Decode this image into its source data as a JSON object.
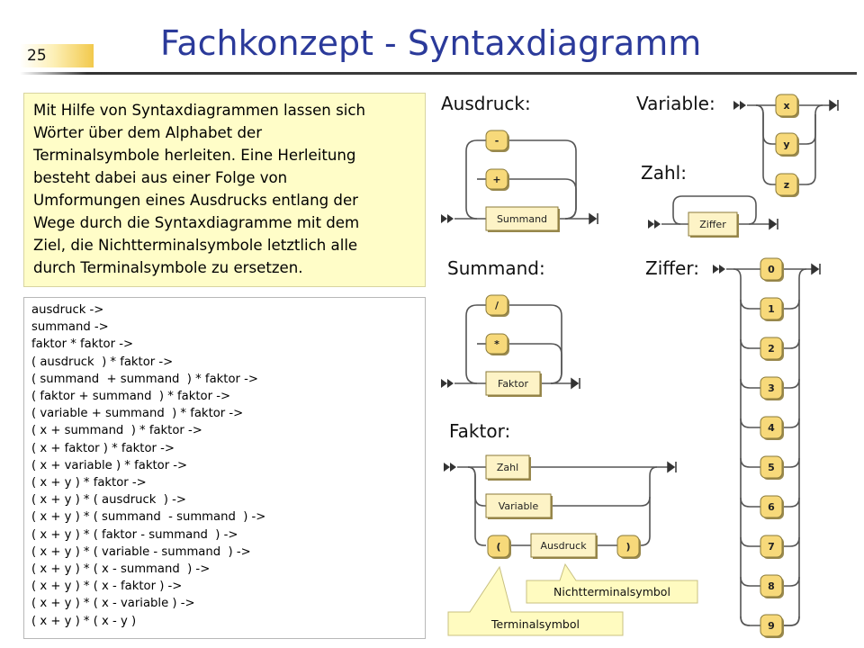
{
  "slide": {
    "number": "25",
    "title": "Fachkonzept - Syntaxdiagramm"
  },
  "intro_text": [
    "Mit Hilfe von Syntaxdiagrammen lassen sich",
    "Wörter über dem Alphabet der",
    "Terminalsymbole herleiten. Eine Herleitung",
    "besteht dabei aus einer Folge von",
    "Umformungen eines Ausdrucks entlang der",
    "Wege durch die Syntaxdiagramme mit dem",
    "Ziel, die Nichtterminalsymbole letztlich alle",
    "durch Terminalsymbole zu ersetzen."
  ],
  "derivation": [
    "ausdruck ->",
    "summand ->",
    "faktor * faktor ->",
    "( ausdruck  ) * faktor ->",
    "( summand  + summand  ) * faktor ->",
    "( faktor + summand  ) * faktor ->",
    "( variable + summand  ) * faktor ->",
    "( x + summand  ) * faktor ->",
    "( x + faktor ) * faktor ->",
    "( x + variable ) * faktor ->",
    "( x + y ) * faktor ->",
    "( x + y ) * ( ausdruck  ) ->",
    "( x + y ) * ( summand  - summand  ) ->",
    "( x + y ) * ( faktor - summand  ) ->",
    "( x + y ) * ( variable - summand  ) ->",
    "( x + y ) * ( x - summand  ) ->",
    "( x + y ) * ( x - faktor ) ->",
    "( x + y ) * ( x - variable ) ->",
    "( x + y ) * ( x - y )"
  ],
  "diagrams": {
    "ausdruck": {
      "label": "Ausdruck:",
      "terminals": [
        "-",
        "+"
      ],
      "nonterminal": "Summand"
    },
    "variable": {
      "label": "Variable:",
      "terminals": [
        "x",
        "y",
        "z"
      ]
    },
    "zahl": {
      "label": "Zahl:",
      "nonterminal": "Ziffer"
    },
    "summand": {
      "label": "Summand:",
      "terminals": [
        "/",
        "*"
      ],
      "nonterminal": "Faktor"
    },
    "ziffer": {
      "label": "Ziffer:",
      "terminals": [
        "0",
        "1",
        "2",
        "3",
        "4",
        "5",
        "6",
        "7",
        "8",
        "9"
      ]
    },
    "faktor": {
      "label": "Faktor:",
      "nonterminals": [
        "Zahl",
        "Variable",
        "Ausdruck"
      ],
      "terminals": [
        "(",
        ")"
      ]
    }
  },
  "callouts": {
    "nonterminal": "Nichtterminalsymbol",
    "terminal": "Terminalsymbol"
  },
  "colors": {
    "title": "#2b3a9a",
    "intro_background": "#fffdc8",
    "terminal_fill": "#f7d97a",
    "nonterminal_fill": "#fdf3c6",
    "callout_fill": "#fffbc0"
  }
}
